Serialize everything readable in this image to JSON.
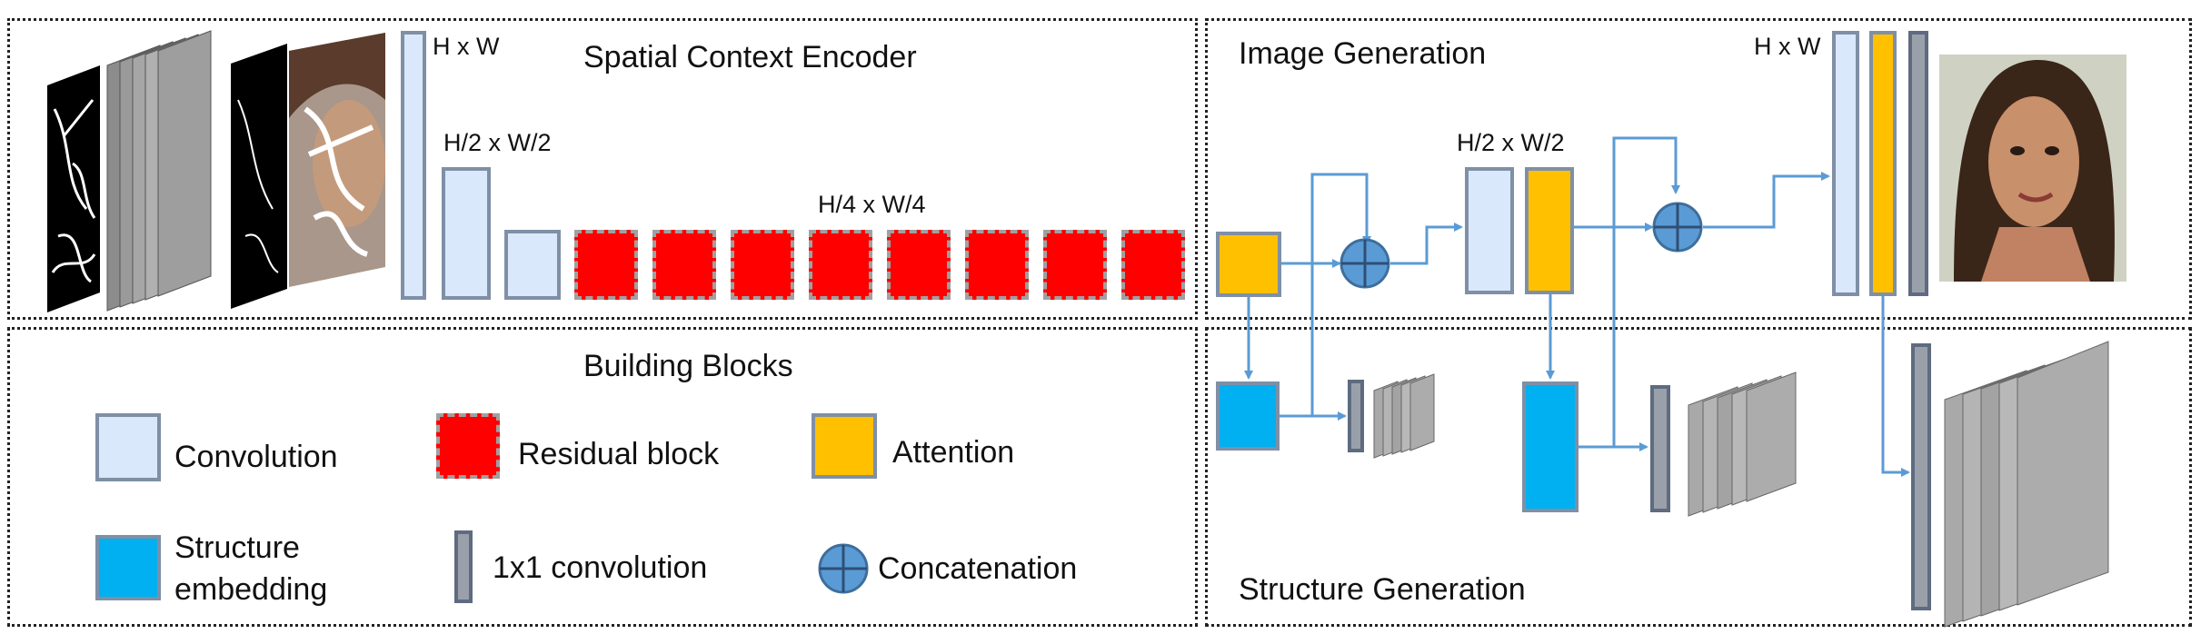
{
  "panels": {
    "encoder_title": "Spatial Context Encoder",
    "image_gen_title": "Image Generation",
    "building_blocks_title": "Building Blocks",
    "structure_gen_title": "Structure Generation"
  },
  "dims": {
    "full": "H x W",
    "half": "H/2 x W/2",
    "quarter": "H/4 x W/4",
    "gen_half": "H/2 x W/2",
    "gen_full": "H x W"
  },
  "legend": {
    "convolution": "Convolution",
    "residual": "Residual block",
    "attention": "Attention",
    "structure_line1": "Structure",
    "structure_line2": "embedding",
    "one_by_one": "1x1 convolution",
    "concatenation": "Concatenation"
  },
  "colors": {
    "convolution": "#dae8fc",
    "residual": "#ff0000",
    "attention": "#ffc000",
    "structure_embedding": "#00b0f0",
    "one_by_one": "#9aa0aa",
    "arrow": "#5b9bd5",
    "concat": "#5b9bd5"
  }
}
